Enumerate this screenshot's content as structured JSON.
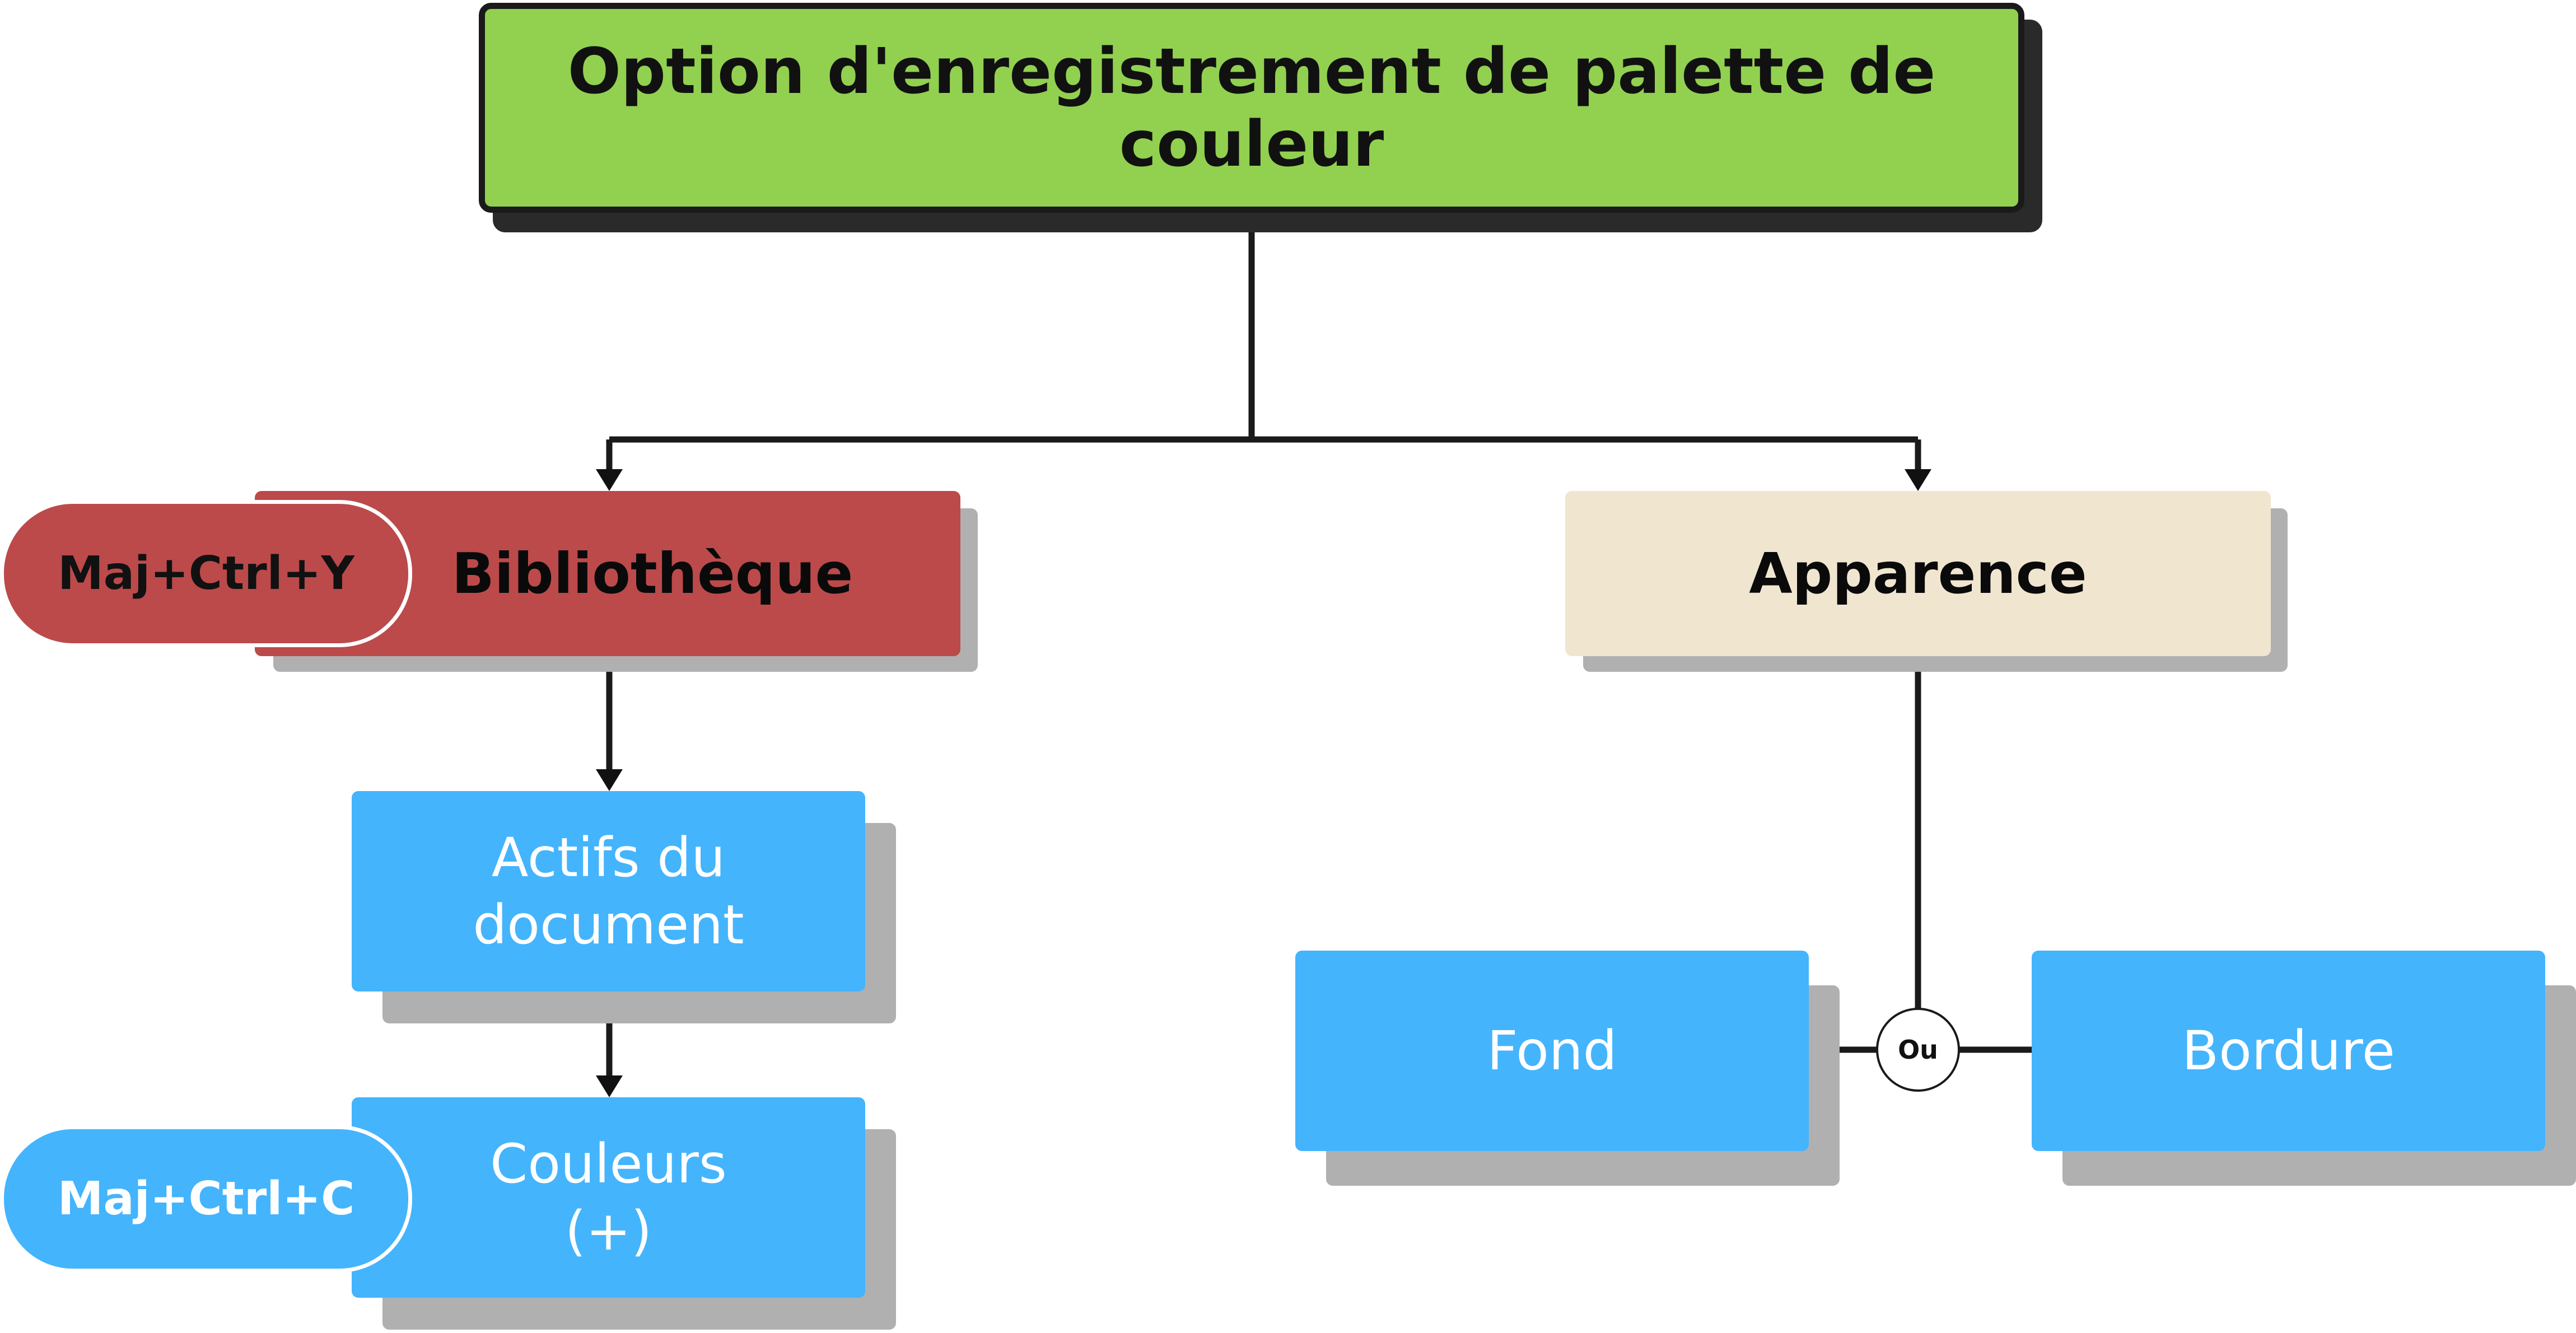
{
  "title": "Option d'enregistrement de palette de couleur",
  "library": {
    "label": "Bibliothèque",
    "shortcut": "Maj+Ctrl+Y",
    "children": [
      {
        "label": "Actifs du\ndocument"
      },
      {
        "label": "Couleurs\n(+)",
        "shortcut": "Maj+Ctrl+C"
      }
    ]
  },
  "appearance": {
    "label": "Apparence",
    "connector": "Ou",
    "children": [
      {
        "label": "Fond"
      },
      {
        "label": "Bordure"
      }
    ]
  },
  "colors": {
    "title_bg": "#92d050",
    "library_bg": "#bc4a4b",
    "appearance_bg": "#f0e6d0",
    "child_bg": "#44b4fd",
    "shadow": "#b0b0b0"
  }
}
